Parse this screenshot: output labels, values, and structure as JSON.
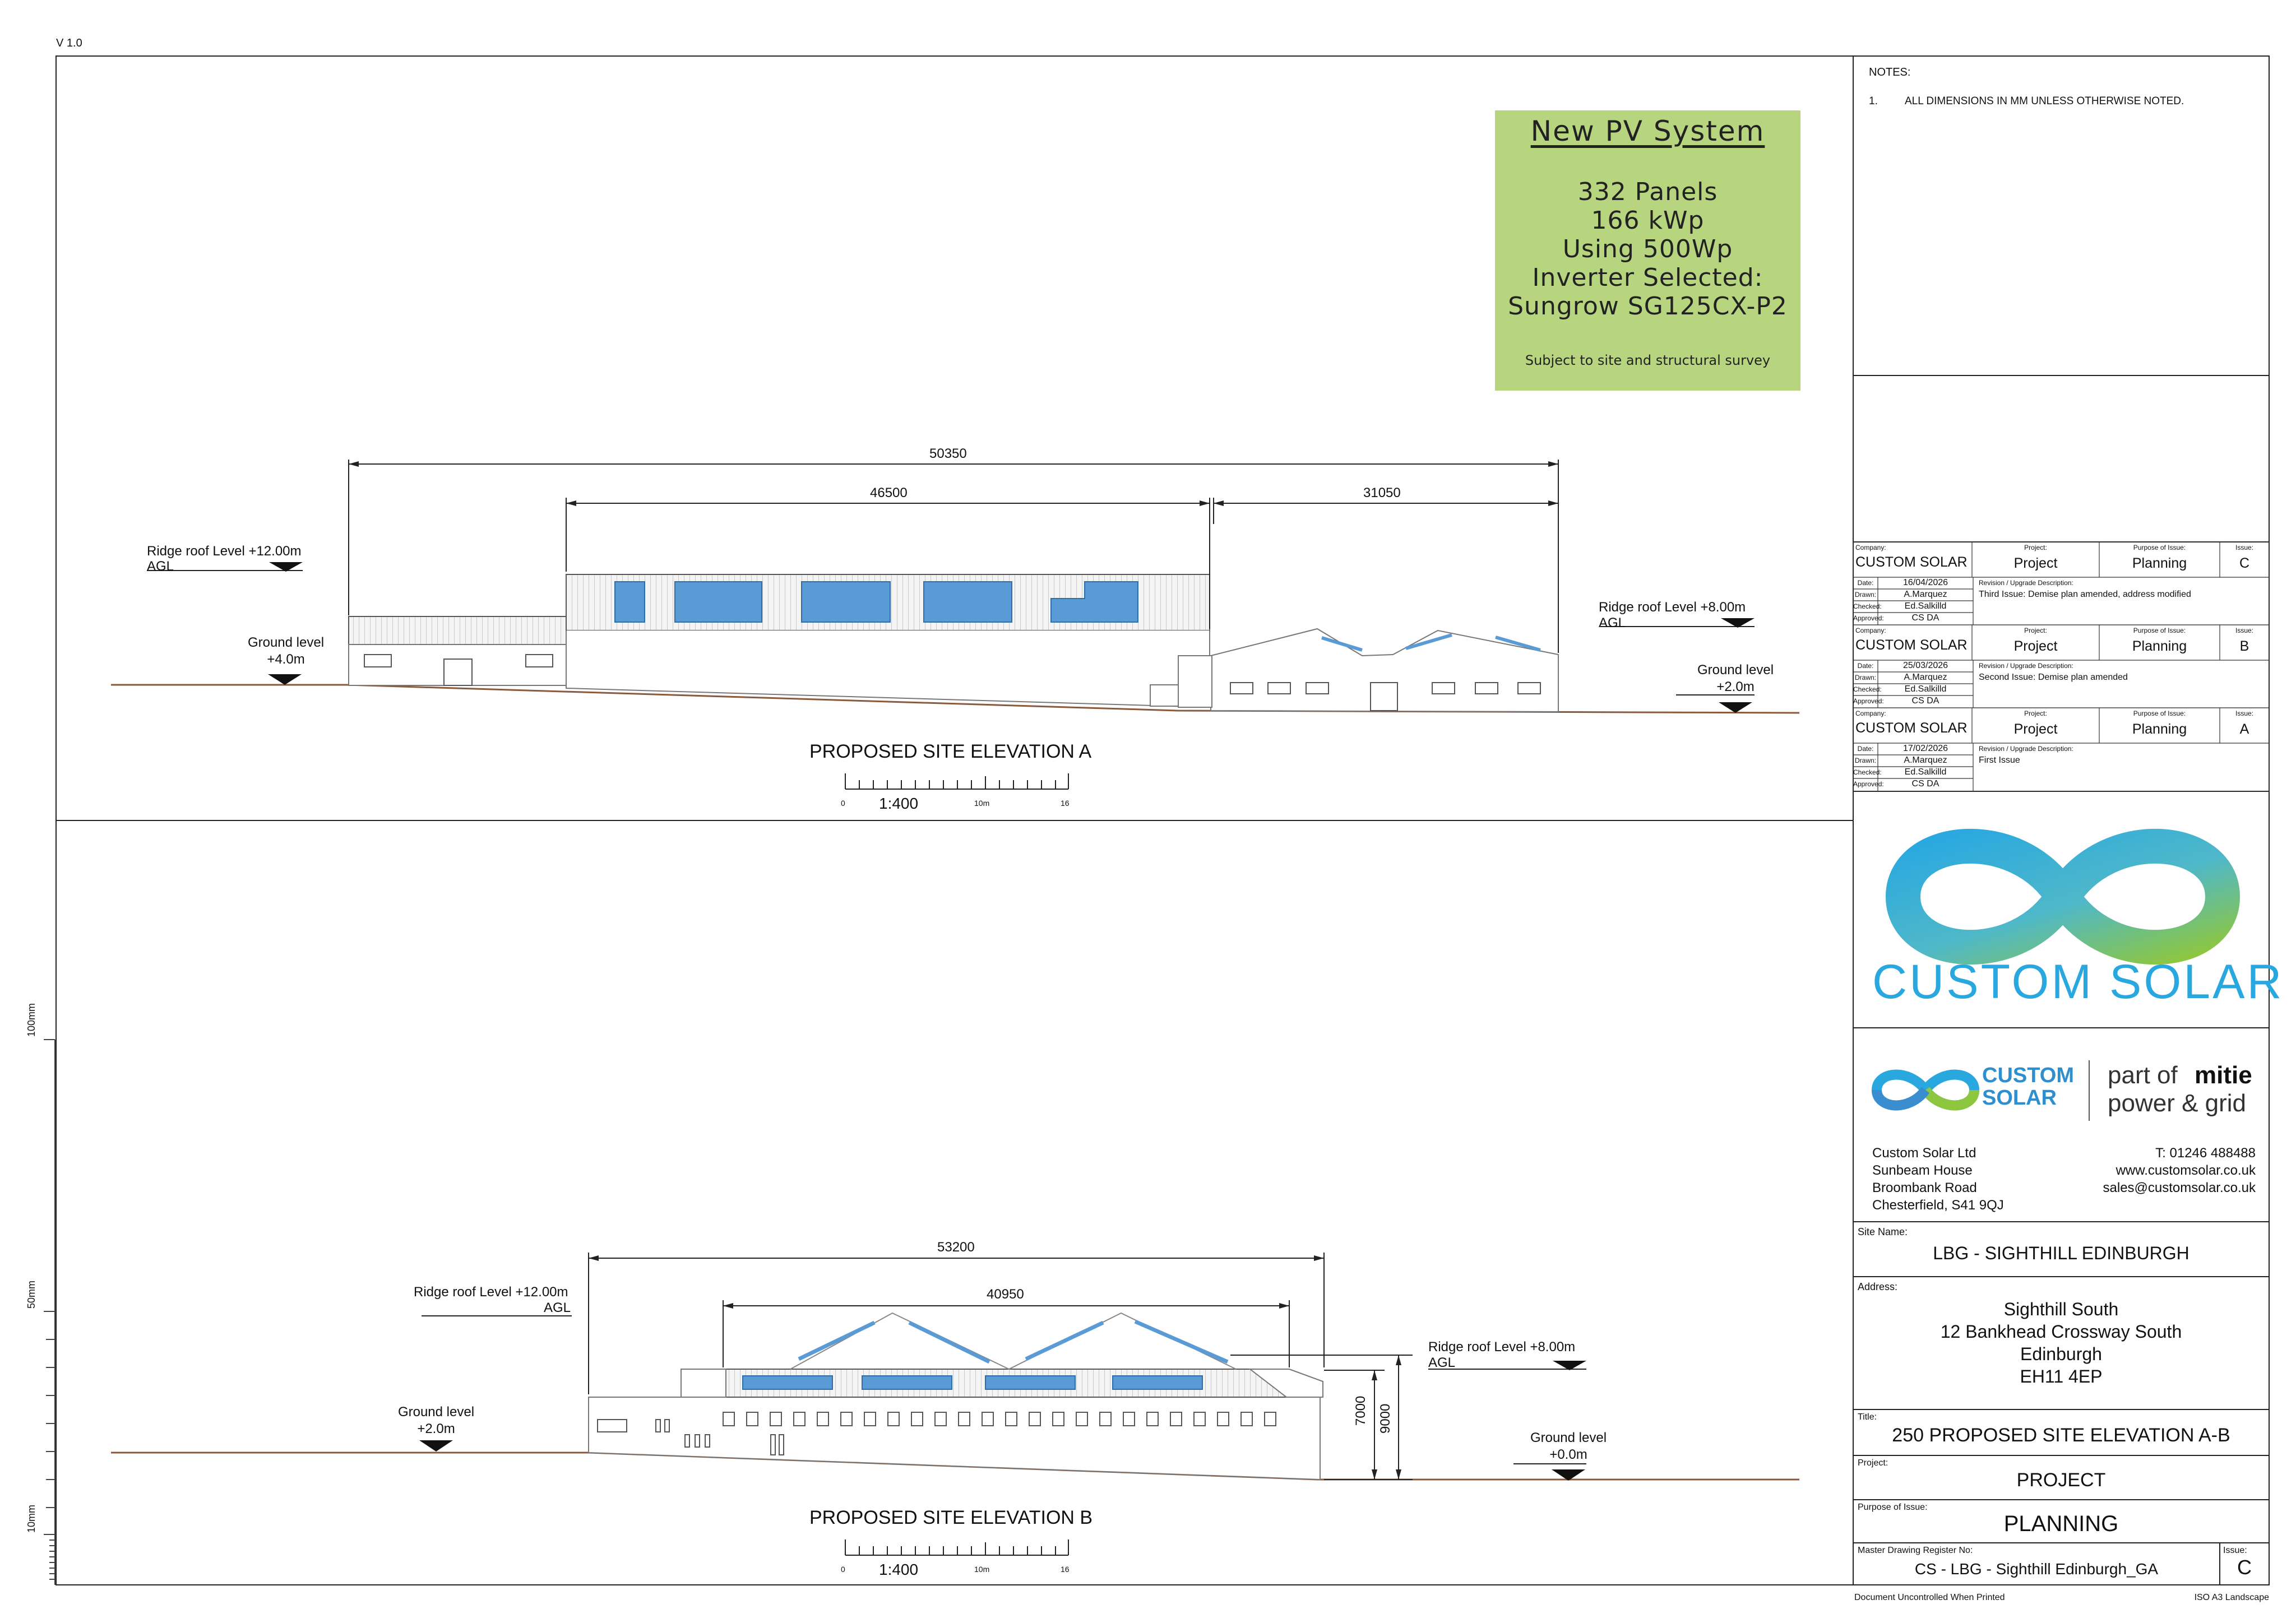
{
  "version": "V 1.0",
  "pv_box": {
    "heading": "New PV System",
    "lines": [
      "332 Panels",
      "166 kWp",
      "Using 500Wp",
      "Inverter Selected:",
      "Sungrow SG125CX-P2"
    ],
    "note": "Subject to site and structural survey"
  },
  "elevation_a": {
    "title": "PROPOSED SITE ELEVATION A",
    "scale": "1:400",
    "scale_ticks": [
      "0",
      "10m",
      "16"
    ],
    "dims": [
      "50350",
      "46500",
      "31050"
    ],
    "levels": {
      "ridge_left": [
        "Ridge roof Level +12.00m",
        "AGL"
      ],
      "ground_left": [
        "Ground level",
        "+4.0m"
      ],
      "ridge_right": [
        "Ridge roof Level +8.00m",
        "AGL"
      ],
      "ground_right": [
        "Ground level",
        "+2.0m"
      ]
    }
  },
  "elevation_b": {
    "title": "PROPOSED SITE ELEVATION B",
    "scale": "1:400",
    "scale_ticks": [
      "0",
      "10m",
      "16"
    ],
    "dims": [
      "53200",
      "40950",
      "7000",
      "9000"
    ],
    "levels": {
      "ridge_left": [
        "Ridge roof Level +12.00m",
        "AGL"
      ],
      "ground_left": [
        "Ground level",
        "+2.0m"
      ],
      "ridge_right": [
        "Ridge roof Level +8.00m",
        "AGL"
      ],
      "ground_right": [
        "Ground level",
        "+0.0m"
      ]
    }
  },
  "ruler": [
    "100mm",
    "50mm",
    "10mm"
  ],
  "notes": {
    "title": "NOTES:",
    "items": [
      {
        "num": "1.",
        "text": "ALL DIMENSIONS IN MM UNLESS OTHERWISE NOTED."
      }
    ]
  },
  "revisions": [
    {
      "company_label": "Company:",
      "company": "CUSTOM SOLAR",
      "project_label": "Project:",
      "project": "Project",
      "purpose_label": "Purpose of Issue:",
      "purpose": "Planning",
      "issue_label": "Issue:",
      "issue": "C",
      "date_label": "Date:",
      "date": "16/04/2026",
      "drawn_label": "Drawn:",
      "drawn": "A.Marquez",
      "checked_label": "Checked:",
      "checked": "Ed.Salkilld",
      "approved_label": "Approved:",
      "approved": "CS DA",
      "desc_label": "Revision / Upgrade Description:",
      "desc": "Third Issue: Demise plan amended, address modified"
    },
    {
      "company_label": "Company:",
      "company": "CUSTOM SOLAR",
      "project_label": "Project:",
      "project": "Project",
      "purpose_label": "Purpose of Issue:",
      "purpose": "Planning",
      "issue_label": "Issue:",
      "issue": "B",
      "date_label": "Date:",
      "date": "25/03/2026",
      "drawn_label": "Drawn:",
      "drawn": "A.Marquez",
      "checked_label": "Checked:",
      "checked": "Ed.Salkilld",
      "approved_label": "Approved:",
      "approved": "CS DA",
      "desc_label": "Revision / Upgrade Description:",
      "desc": "Second Issue: Demise plan amended"
    },
    {
      "company_label": "Company:",
      "company": "CUSTOM SOLAR",
      "project_label": "Project:",
      "project": "Project",
      "purpose_label": "Purpose of Issue:",
      "purpose": "Planning",
      "issue_label": "Issue:",
      "issue": "A",
      "date_label": "Date:",
      "date": "17/02/2026",
      "drawn_label": "Drawn:",
      "drawn": "A.Marquez",
      "checked_label": "Checked:",
      "checked": "Ed.Salkilld",
      "approved_label": "Approved:",
      "approved": "CS DA",
      "desc_label": "Revision / Upgrade Description:",
      "desc": "First Issue"
    }
  ],
  "logo_text": "CUSTOM SOLAR",
  "small_logo": {
    "line1": "CUSTOM",
    "line2": "SOLAR",
    "part_of": "part of",
    "mitie": "mitie",
    "tagline": "power & grid"
  },
  "company_address": [
    "Custom Solar Ltd",
    "Sunbeam House",
    "Broombank Road",
    "Chesterfield, S41 9QJ"
  ],
  "company_contact": [
    "T: 01246 488488",
    "www.customsolar.co.uk",
    "sales@customsolar.co.uk"
  ],
  "site_name": {
    "label": "Site Name:",
    "value": "LBG - SIGHTHILL EDINBURGH"
  },
  "address": {
    "label": "Address:",
    "lines": [
      "Sighthill South",
      "12 Bankhead Crossway South",
      "Edinburgh",
      "EH11 4EP"
    ]
  },
  "title_block": {
    "label": "Title:",
    "value": "250 PROPOSED SITE ELEVATION A-B"
  },
  "project_block": {
    "label": "Project:",
    "value": "PROJECT"
  },
  "purpose_block": {
    "label": "Purpose of Issue:",
    "value": "PLANNING"
  },
  "register": {
    "label": "Master Drawing Register No:",
    "value": "CS - LBG - Sighthill Edinburgh_GA",
    "issue_label": "Issue:",
    "issue": "C"
  },
  "footer_left": "Document Uncontrolled When Printed",
  "footer_right": "ISO A3 Landscape",
  "colors": {
    "pv_bg": "#b7d57f",
    "panel": "#5b9bd5",
    "ground": "#8b5a3c",
    "logo_blue": "#29a8e0",
    "logo_green": "#8dc63f"
  }
}
